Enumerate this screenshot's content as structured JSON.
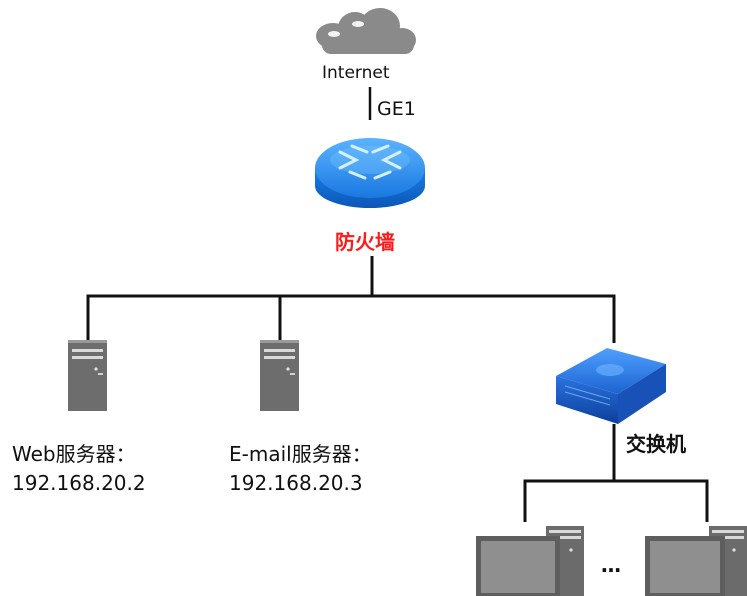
{
  "nodes": {
    "internet": {
      "label": "Internet",
      "icon": "cloud-icon"
    },
    "uplink": {
      "label": "GE1"
    },
    "firewall": {
      "label": "防火墙",
      "icon": "firewall-icon",
      "label_color": "#ff1a1a"
    },
    "web_server": {
      "name": "Web服务器：",
      "ip": "192.168.20.2",
      "icon": "server-icon"
    },
    "mail_server": {
      "name": "E-mail服务器：",
      "ip": "192.168.20.3",
      "icon": "server-icon"
    },
    "switch": {
      "label": "交换机",
      "icon": "switch-icon"
    },
    "clients": {
      "ellipsis": "…",
      "icon": "desktop-computer-icon"
    }
  },
  "colors": {
    "line": "#111111",
    "device_gray": "#707070",
    "firewall_blue": "#1b7fe0",
    "switch_blue": "#1f68d6",
    "cloud": "#888888"
  }
}
